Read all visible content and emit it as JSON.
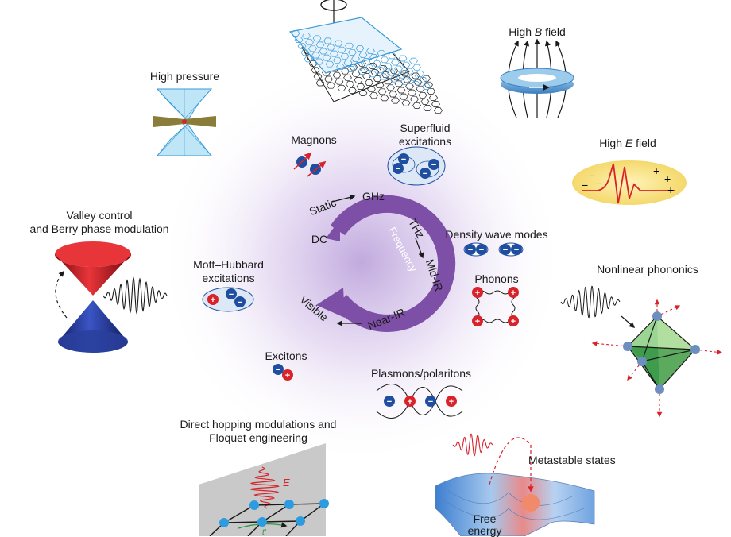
{
  "center": {
    "dc": "DC",
    "static": "Static",
    "ghz": "GHz",
    "thz": "THz",
    "mid_ir": "Mid-IR",
    "near_ir": "Near-IR",
    "visible": "Visible",
    "frequency": "Frequency"
  },
  "excitations": {
    "magnons": "Magnons",
    "superfluid": [
      "Superfluid",
      "excitations"
    ],
    "density_wave": "Density wave modes",
    "phonons": "Phonons",
    "plasmons": "Plasmons/polaritons",
    "excitons": "Excitons",
    "mott": [
      "Mott–Hubbard",
      "excitations"
    ]
  },
  "controls": {
    "high_pressure": "High pressure",
    "high_b_prefix": "High ",
    "high_b_symbol": "B",
    "high_b_suffix": " field",
    "high_e_prefix": "High ",
    "high_e_symbol": "E",
    "high_e_suffix": " field",
    "valley": [
      "Valley control",
      "and Berry phase modulation"
    ],
    "nonlinear": "Nonlinear phononics",
    "floquet": [
      "Direct hopping modulations and",
      "Floquet engineering"
    ],
    "floquet_e": "E",
    "floquet_t": "t'",
    "metastable": "Metastable states",
    "free_energy": [
      "Free",
      "energy"
    ]
  },
  "charges": {
    "plus": "+",
    "minus": "−"
  },
  "colors": {
    "arrow_purple": "#7d4fa6",
    "glow": "#d9c8ec",
    "electron_blue": "#1f4ea0",
    "hole_red": "#d8232a",
    "graphene_blue": "#3a9ad9",
    "diamond_blue": "#8fd0ef",
    "cone_red": "#c8161d",
    "cone_blue": "#2a3f9c",
    "octa_green": "#3aa84a",
    "e_field_yellow": "#f7df7a"
  }
}
